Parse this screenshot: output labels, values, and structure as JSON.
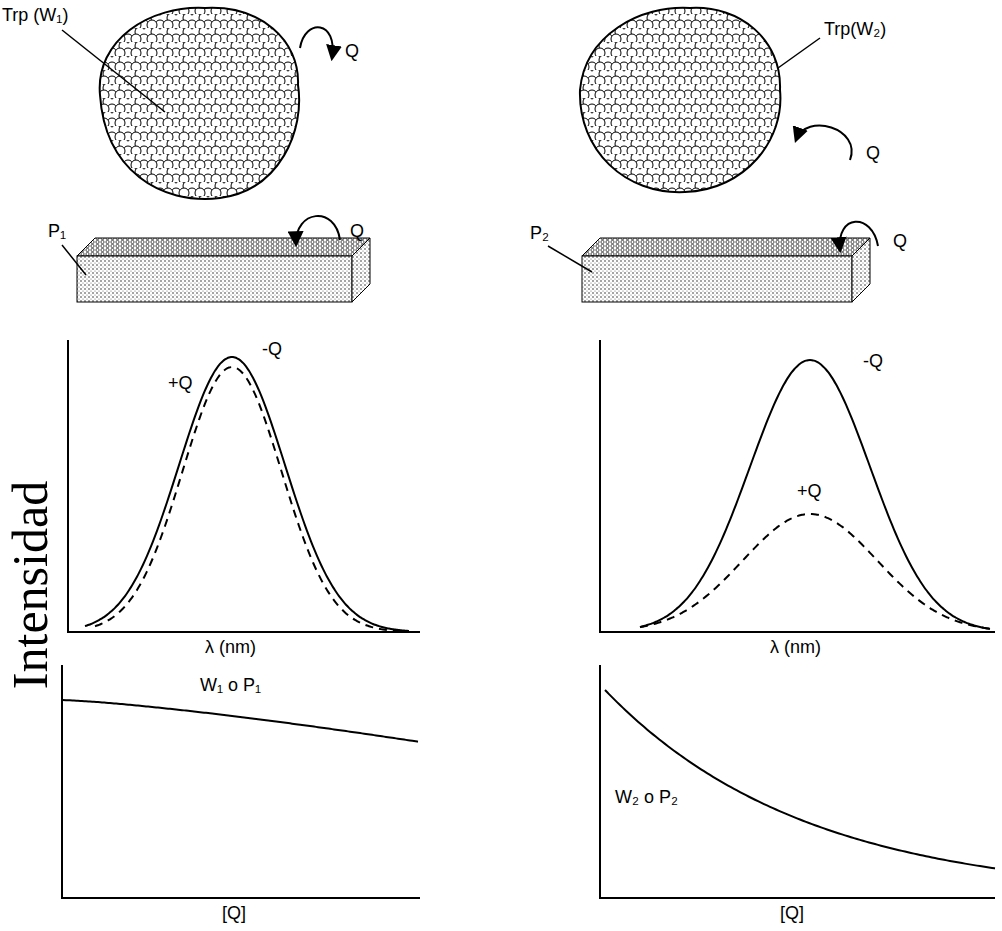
{
  "diagram": {
    "labels": [
      "Trp (W₁)",
      "Q",
      "Trp(W₂)",
      "Q",
      "P₁",
      "Q",
      "P₂",
      "Q",
      "Intensidad",
      "-Q",
      "+Q",
      "λ (nm)",
      "-Q",
      "+Q",
      "λ (nm)",
      "W₁ o P₁",
      "W₂ o P₂",
      "[Q]",
      "[Q]"
    ]
  }
}
